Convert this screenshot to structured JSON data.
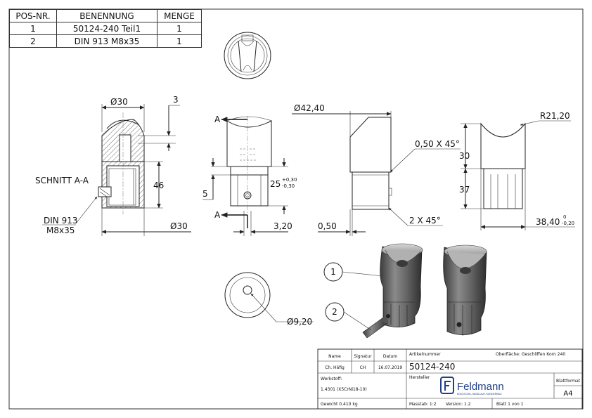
{
  "bom": {
    "headers": [
      "POS-NR.",
      "BENENNUNG",
      "MENGE"
    ],
    "rows": [
      [
        "1",
        "50124-240 Teil1",
        "1"
      ],
      [
        "2",
        "DIN 913 M8x35",
        "1"
      ]
    ]
  },
  "dimensions": {
    "d30_top": "Ø30",
    "three": "3",
    "d30_bottom": "Ø30",
    "forty_six": "46",
    "schnitt": "SCHNITT A-A",
    "din913": "DIN 913",
    "m8x35": "M8x35",
    "a_top": "A",
    "a_bottom": "A",
    "five": "5",
    "twenty_five": "25",
    "tol_plus": "+0,30",
    "tol_minus": "-0,30",
    "three_twenty": "3,20",
    "d42_40": "Ø42,40",
    "chamfer": "0,50 X 45°",
    "two_x45": "2 X 45°",
    "zero_fifty": "0,50",
    "r21_20": "R21,20",
    "thirty": "30",
    "thirty_seven": "37",
    "thirty_eight_40": "38,40",
    "tol_zero": "0",
    "tol_neg020": "-0,20",
    "d9_20": "Ø9,20"
  },
  "balloons": [
    "1",
    "2"
  ],
  "title_block": {
    "h_name": "Name",
    "h_signatur": "Signatur",
    "h_datum": "Datum",
    "h_artikel": "Artikelnummer",
    "h_oberflaeche": "Oberfläche: Geschliffen Korn 240",
    "name": "Ch. Häfig",
    "signatur": "CH",
    "datum": "16.07.2019",
    "artikel": "50124-240",
    "h_werkstoff": "Werkstoff:",
    "werkstoff": "1.4301 (X5CrNi18-10)",
    "h_hersteller": "Hersteller",
    "logo": "Feldmann",
    "logo_sub": "EDELSTAHL-HANDLAUF-SONDERBAU",
    "h_blattformat": "Blattformat",
    "blattformat": "A4",
    "gewicht": "Gewicht 0.410 kg",
    "massstab": "Masstab: 1:2",
    "version": "Version: 1.2",
    "blatt": "Blatt 1 von 1"
  },
  "colors": {
    "line": "#222222",
    "accent": "#1f3f8a",
    "metal_light": "#b8b8b8",
    "metal_dark": "#4a4a4a"
  }
}
